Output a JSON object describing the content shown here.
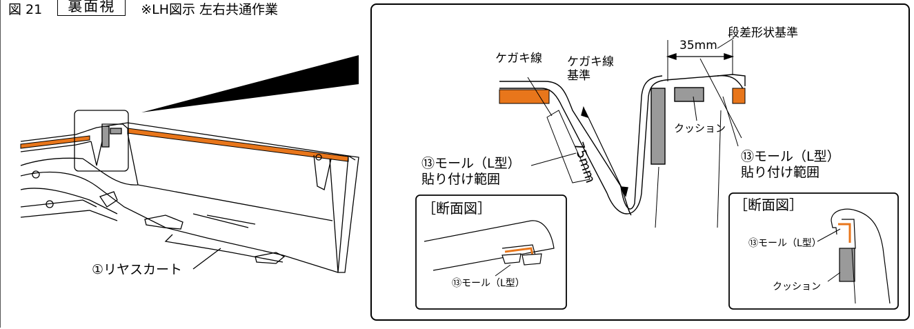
{
  "header": {
    "figure": "図 21",
    "view": "裏面視",
    "note": "※LH図示 左右共通作業"
  },
  "labels": {
    "rear_skirt": "①リヤスカート",
    "scribe_line": "ケガキ線",
    "scribe_ref": "ケガキ線\n基準",
    "dim_75": "75mm",
    "dim_35": "35mm",
    "step_ref": "段差形状基準",
    "cushion": "クッション",
    "mould_range_left": "⑬モール（L型）\n貼り付け範囲",
    "mould_range_right": "⑬モール（L型）\n貼り付け範囲",
    "section_title": "［断面図］",
    "section_mould": "⑬モール（L型）",
    "section_cushion": "クッション"
  },
  "colors": {
    "orange": "#E8761B",
    "gray": "#9a9a9a",
    "line": "#000000"
  }
}
